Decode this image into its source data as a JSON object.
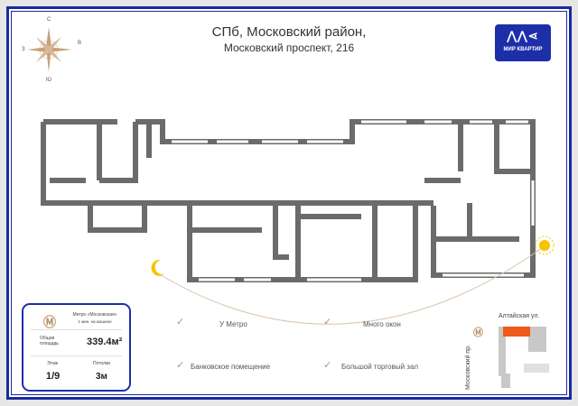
{
  "header": {
    "title_line1": "СПб, Московский район,",
    "title_line2": "Московский проспект, 216"
  },
  "logo": {
    "text": "МИР КВАРТИР",
    "mark": "ᴍᴋ"
  },
  "compass": {
    "n": "С",
    "e": "В",
    "w": "З",
    "s": "Ю"
  },
  "info": {
    "metro": "Метро «Московская»",
    "metro_time": "1 мин. на машине",
    "area_label": "Общая площадь",
    "area_value": "339.4м²",
    "floor_label": "Этаж",
    "floor_value": "1/9",
    "ceiling_label": "Потолки",
    "ceiling_value": "3м"
  },
  "features": [
    "У Метро",
    "Много окон",
    "Банковское помещение",
    "Большой торговый зал"
  ],
  "location_map": {
    "street1": "Алтайская ул.",
    "street2": "Московский пр."
  },
  "colors": {
    "accent": "#1d2fa8",
    "highlight": "#f05a1a",
    "gold": "#b9926a"
  }
}
